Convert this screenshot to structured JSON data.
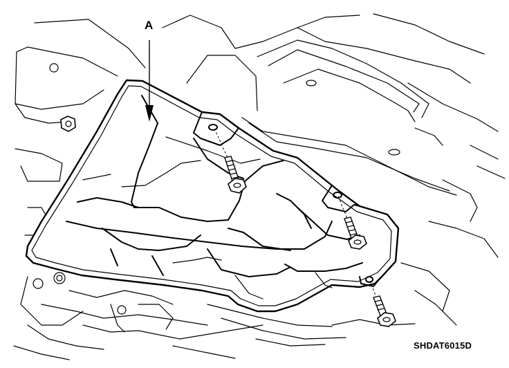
{
  "diagram": {
    "callout_label": "A",
    "figure_code": "SHDAT6015D",
    "parts": [
      {
        "id": "under-cover",
        "callout": "A"
      },
      {
        "id": "bolt-1"
      },
      {
        "id": "bolt-2"
      },
      {
        "id": "bolt-3"
      }
    ],
    "colors": {
      "line": "#000000",
      "background": "#ffffff"
    }
  }
}
